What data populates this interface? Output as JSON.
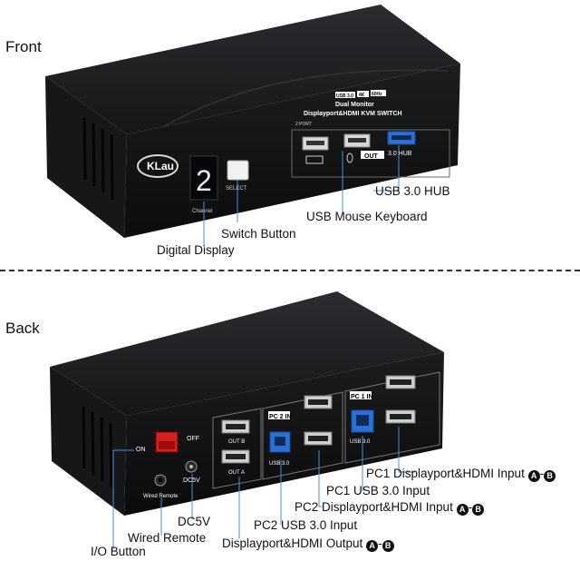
{
  "front": {
    "title": "Front",
    "brand": "KLau",
    "usb_badge": "USB 3.0",
    "res_badge": "4K",
    "hz_badge": "60Hz",
    "product_line1": "Dual Monitor",
    "product_line2": "Displayport&HDMI KVM SWITCH",
    "port_text": "2 PORT",
    "channel_digit": "2",
    "channel_label": "Channel",
    "select_label": "SELECT",
    "out_label": "OUT",
    "hub_label": "3.0 HUB",
    "callouts": {
      "usb_hub": "USB 3.0 HUB",
      "usb_mouse": "USB Mouse Keyboard",
      "switch_button": "Switch Button",
      "digital_display": "Digital Display"
    }
  },
  "back": {
    "title": "Back",
    "on_label": "ON",
    "off_label": "OFF",
    "dc_label": "DC5V",
    "wired_label": "Wired Remote",
    "out_b": "OUT B",
    "out_a": "OUT A",
    "pc2_in": "PC 2 IN",
    "pc1_in": "PC 1 IN",
    "usb30": "USB 3.0",
    "port_a": "A",
    "port_b": "B",
    "callouts": {
      "pc1_dp_hdmi_prefix": "PC1 Displayport&HDMI Input",
      "pc1_usb": "PC1 USB 3.0 Input",
      "pc2_dp_hdmi_prefix": "PC2 Displayport&HDMI Input",
      "dc5v": "DC5V",
      "pc2_usb": "PC2 USB 3.0 Input",
      "wired_remote": "Wired Remote",
      "dp_hdmi_output_prefix": "Displayport&HDMI Output",
      "io_button": "I/O Button",
      "badge_a": "A",
      "badge_b": "B",
      "dash": "-"
    }
  }
}
